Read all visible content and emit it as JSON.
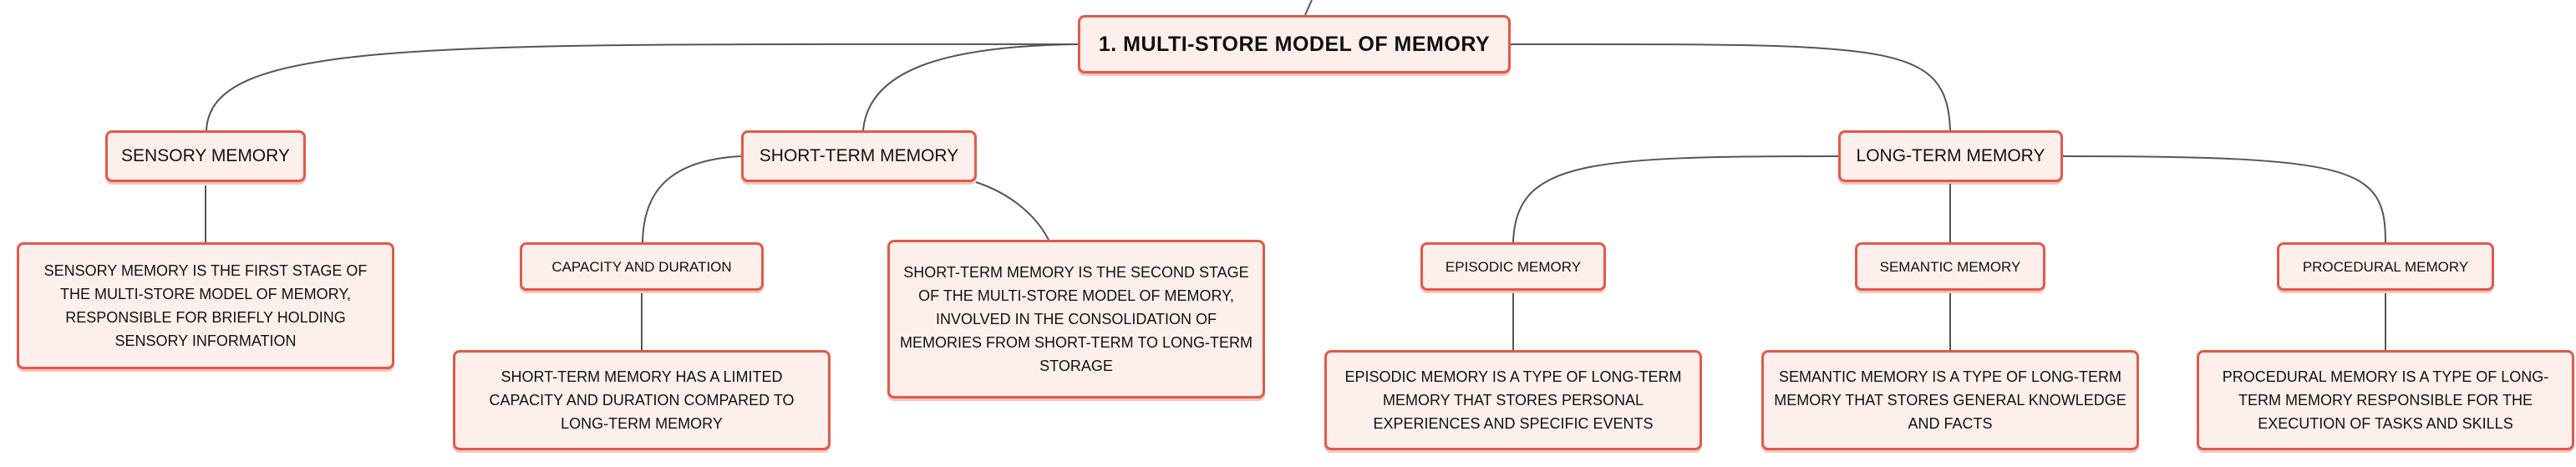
{
  "root": {
    "label": "1. MULTI-STORE MODEL OF MEMORY"
  },
  "sensory": {
    "label": "SENSORY MEMORY",
    "description": "SENSORY MEMORY IS THE FIRST STAGE OF THE MULTI-STORE MODEL OF MEMORY, RESPONSIBLE FOR BRIEFLY HOLDING SENSORY INFORMATION"
  },
  "short_term": {
    "label": "SHORT-TERM MEMORY",
    "description": "SHORT-TERM MEMORY IS THE SECOND STAGE OF THE MULTI-STORE MODEL OF MEMORY, INVOLVED IN THE CONSOLIDATION OF MEMORIES FROM SHORT-TERM TO LONG-TERM STORAGE",
    "capacity": {
      "label": "CAPACITY AND DURATION",
      "description": "SHORT-TERM MEMORY HAS A LIMITED CAPACITY AND DURATION COMPARED TO LONG-TERM MEMORY"
    }
  },
  "long_term": {
    "label": "LONG-TERM MEMORY",
    "episodic": {
      "label": "EPISODIC MEMORY",
      "description": "EPISODIC MEMORY IS A TYPE OF LONG-TERM MEMORY THAT STORES PERSONAL EXPERIENCES AND SPECIFIC EVENTS"
    },
    "semantic": {
      "label": "SEMANTIC MEMORY",
      "description": "SEMANTIC MEMORY IS A TYPE OF LONG-TERM MEMORY THAT STORES GENERAL KNOWLEDGE AND FACTS"
    },
    "procedural": {
      "label": "PROCEDURAL MEMORY",
      "description": "PROCEDURAL MEMORY IS A TYPE OF LONG-TERM MEMORY RESPONSIBLE FOR THE EXECUTION OF TASKS AND SKILLS"
    }
  },
  "colors": {
    "node_border": "#e2594a",
    "node_fill": "#fdf0ec",
    "connector": "#555555"
  }
}
